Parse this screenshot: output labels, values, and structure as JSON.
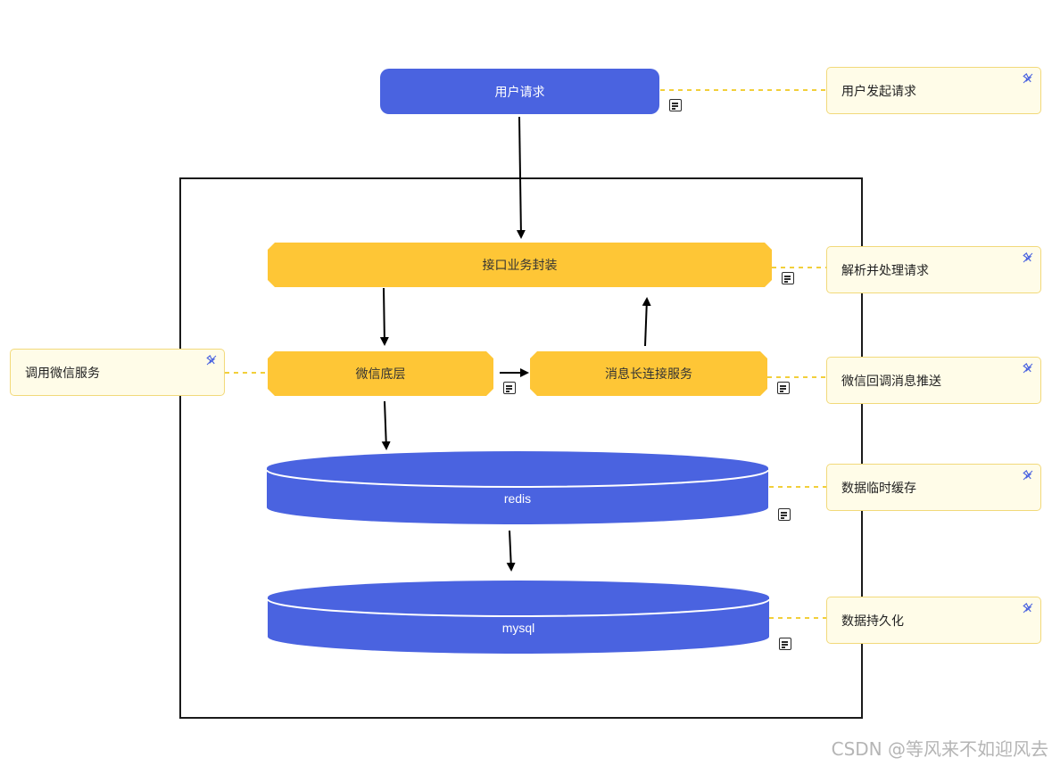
{
  "nodes": {
    "user_request": "用户请求",
    "api_wrapper": "接口业务封装",
    "wechat_base": "微信底层",
    "msg_service": "消息长连接服务",
    "redis": "redis",
    "mysql": "mysql"
  },
  "notes": {
    "user_request_note": "用户发起请求",
    "api_wrapper_note": "解析并处理请求",
    "wechat_call_note": "调用微信服务",
    "msg_push_note": "微信回调消息推送",
    "redis_note": "数据临时缓存",
    "mysql_note": "数据持久化"
  },
  "colors": {
    "blue_node": "#4a63e0",
    "yellow_node": "#fec636",
    "note_bg": "#fffce8",
    "connector_dash": "#f2cf3a"
  },
  "icons": {
    "note_badge": "document-icon",
    "note_pin": "pin-icon"
  },
  "watermark": "CSDN @等风来不如迎风去"
}
